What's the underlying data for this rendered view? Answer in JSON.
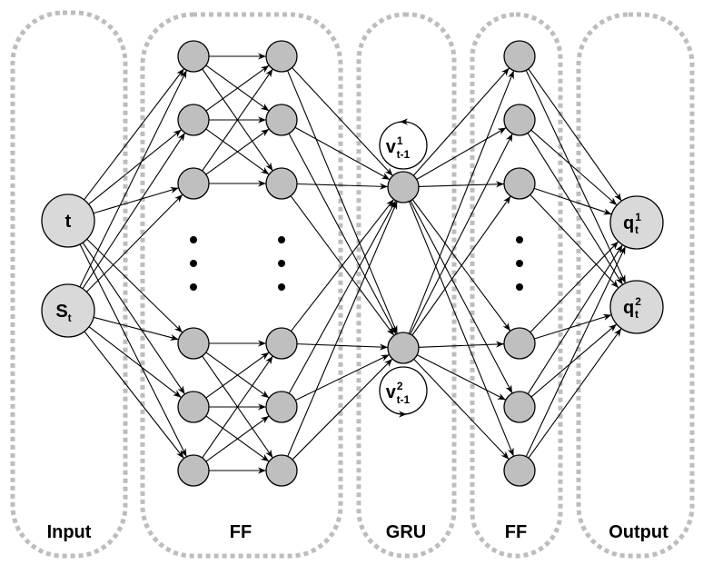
{
  "panels": {
    "input": "Input",
    "ff1": "FF",
    "gru": "GRU",
    "ff2": "FF",
    "output": "Output"
  },
  "nodes": {
    "t": {
      "base": "t"
    },
    "s": {
      "base": "S",
      "sub": "t"
    },
    "v1": {
      "base": "v",
      "sup": "1",
      "sub": "t-1"
    },
    "v2": {
      "base": "v",
      "sup": "2",
      "sub": "t-1"
    },
    "q1": {
      "base": "q",
      "sup": "1",
      "sub": "t"
    },
    "q2": {
      "base": "q",
      "sup": "2",
      "sub": "t"
    }
  },
  "colors": {
    "panel_border": "#bdbdbd",
    "hidden_node": "#bfbfbf",
    "io_node": "#d9d9d9"
  }
}
